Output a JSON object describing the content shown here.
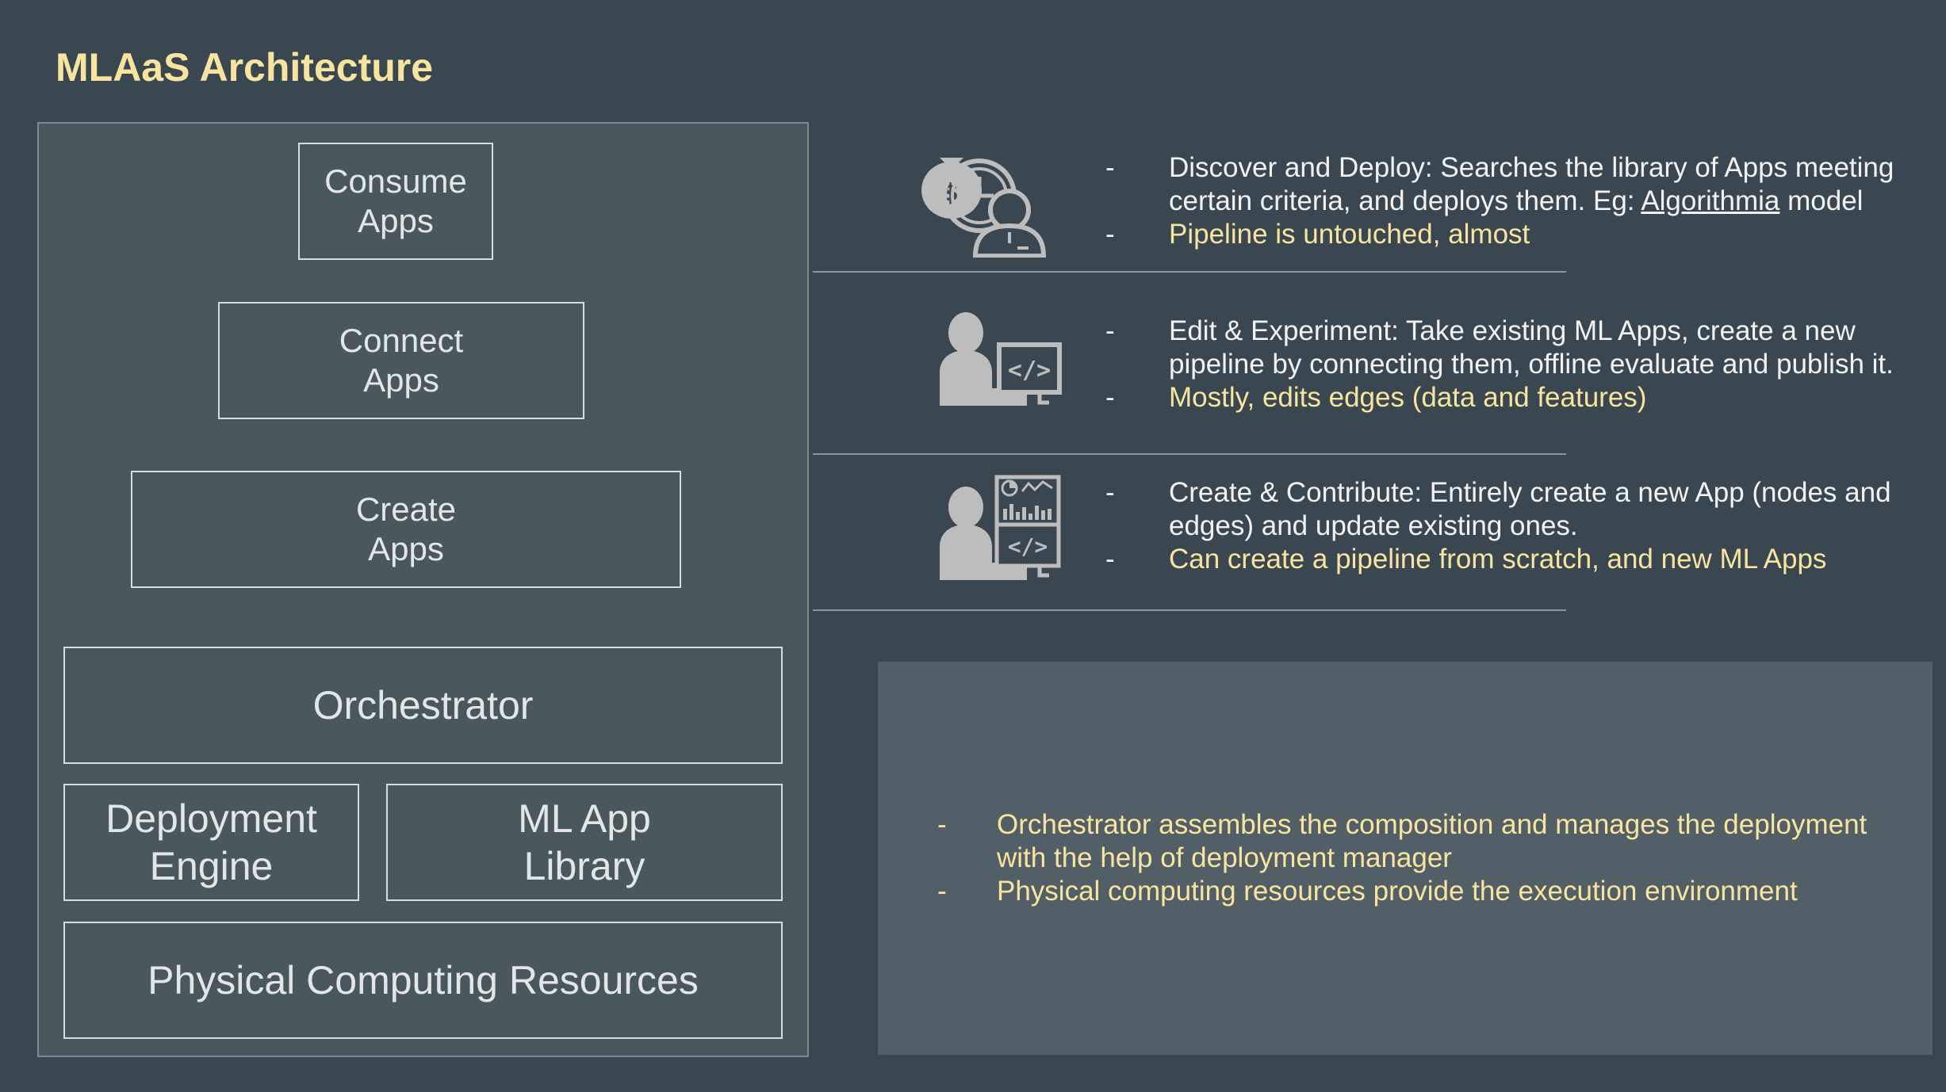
{
  "title": "MLAaS Architecture",
  "architecture": {
    "consume_apps": "Consume\nApps",
    "connect_apps": "Connect\nApps",
    "create_apps": "Create\nApps",
    "orchestrator": "Orchestrator",
    "deployment_engine": "Deployment\nEngine",
    "ml_app_library": "ML App\nLibrary",
    "physical_computing_resources": "Physical Computing Resources"
  },
  "descriptions": [
    {
      "icon": "user-money-icon",
      "dash1": "-",
      "line1_prefix": "Discover and Deploy: Searches the library of Apps meeting certain criteria, and deploys them. Eg: ",
      "line1_link": "Algorithmia",
      "line1_suffix": " model",
      "dash2": "-",
      "line2": "Pipeline is untouched, almost"
    },
    {
      "icon": "user-code-icon",
      "dash1": "-",
      "line1": "Edit & Experiment: Take existing ML Apps, create a new pipeline  by connecting them, offline evaluate  and publish it.",
      "dash2": "-",
      "line2": "Mostly, edits edges (data and features)"
    },
    {
      "icon": "user-analytics-code-icon",
      "dash1": "-",
      "line1": "Create & Contribute:  Entirely create a new App (nodes and edges) and update existing ones.",
      "dash2": "-",
      "line2": "Can create a pipeline from scratch, and new ML Apps"
    }
  ],
  "notes": {
    "dash1": "-",
    "item1": "Orchestrator assembles the composition and manages the deployment with the help of deployment manager",
    "dash2": "-",
    "item2": "Physical computing resources provide the execution environment"
  },
  "colors": {
    "background": "#3a4750",
    "title": "#f7e4a0",
    "panel": "#4a575d",
    "note_panel": "#535f66",
    "icon_gray": "#bdbdbd"
  }
}
